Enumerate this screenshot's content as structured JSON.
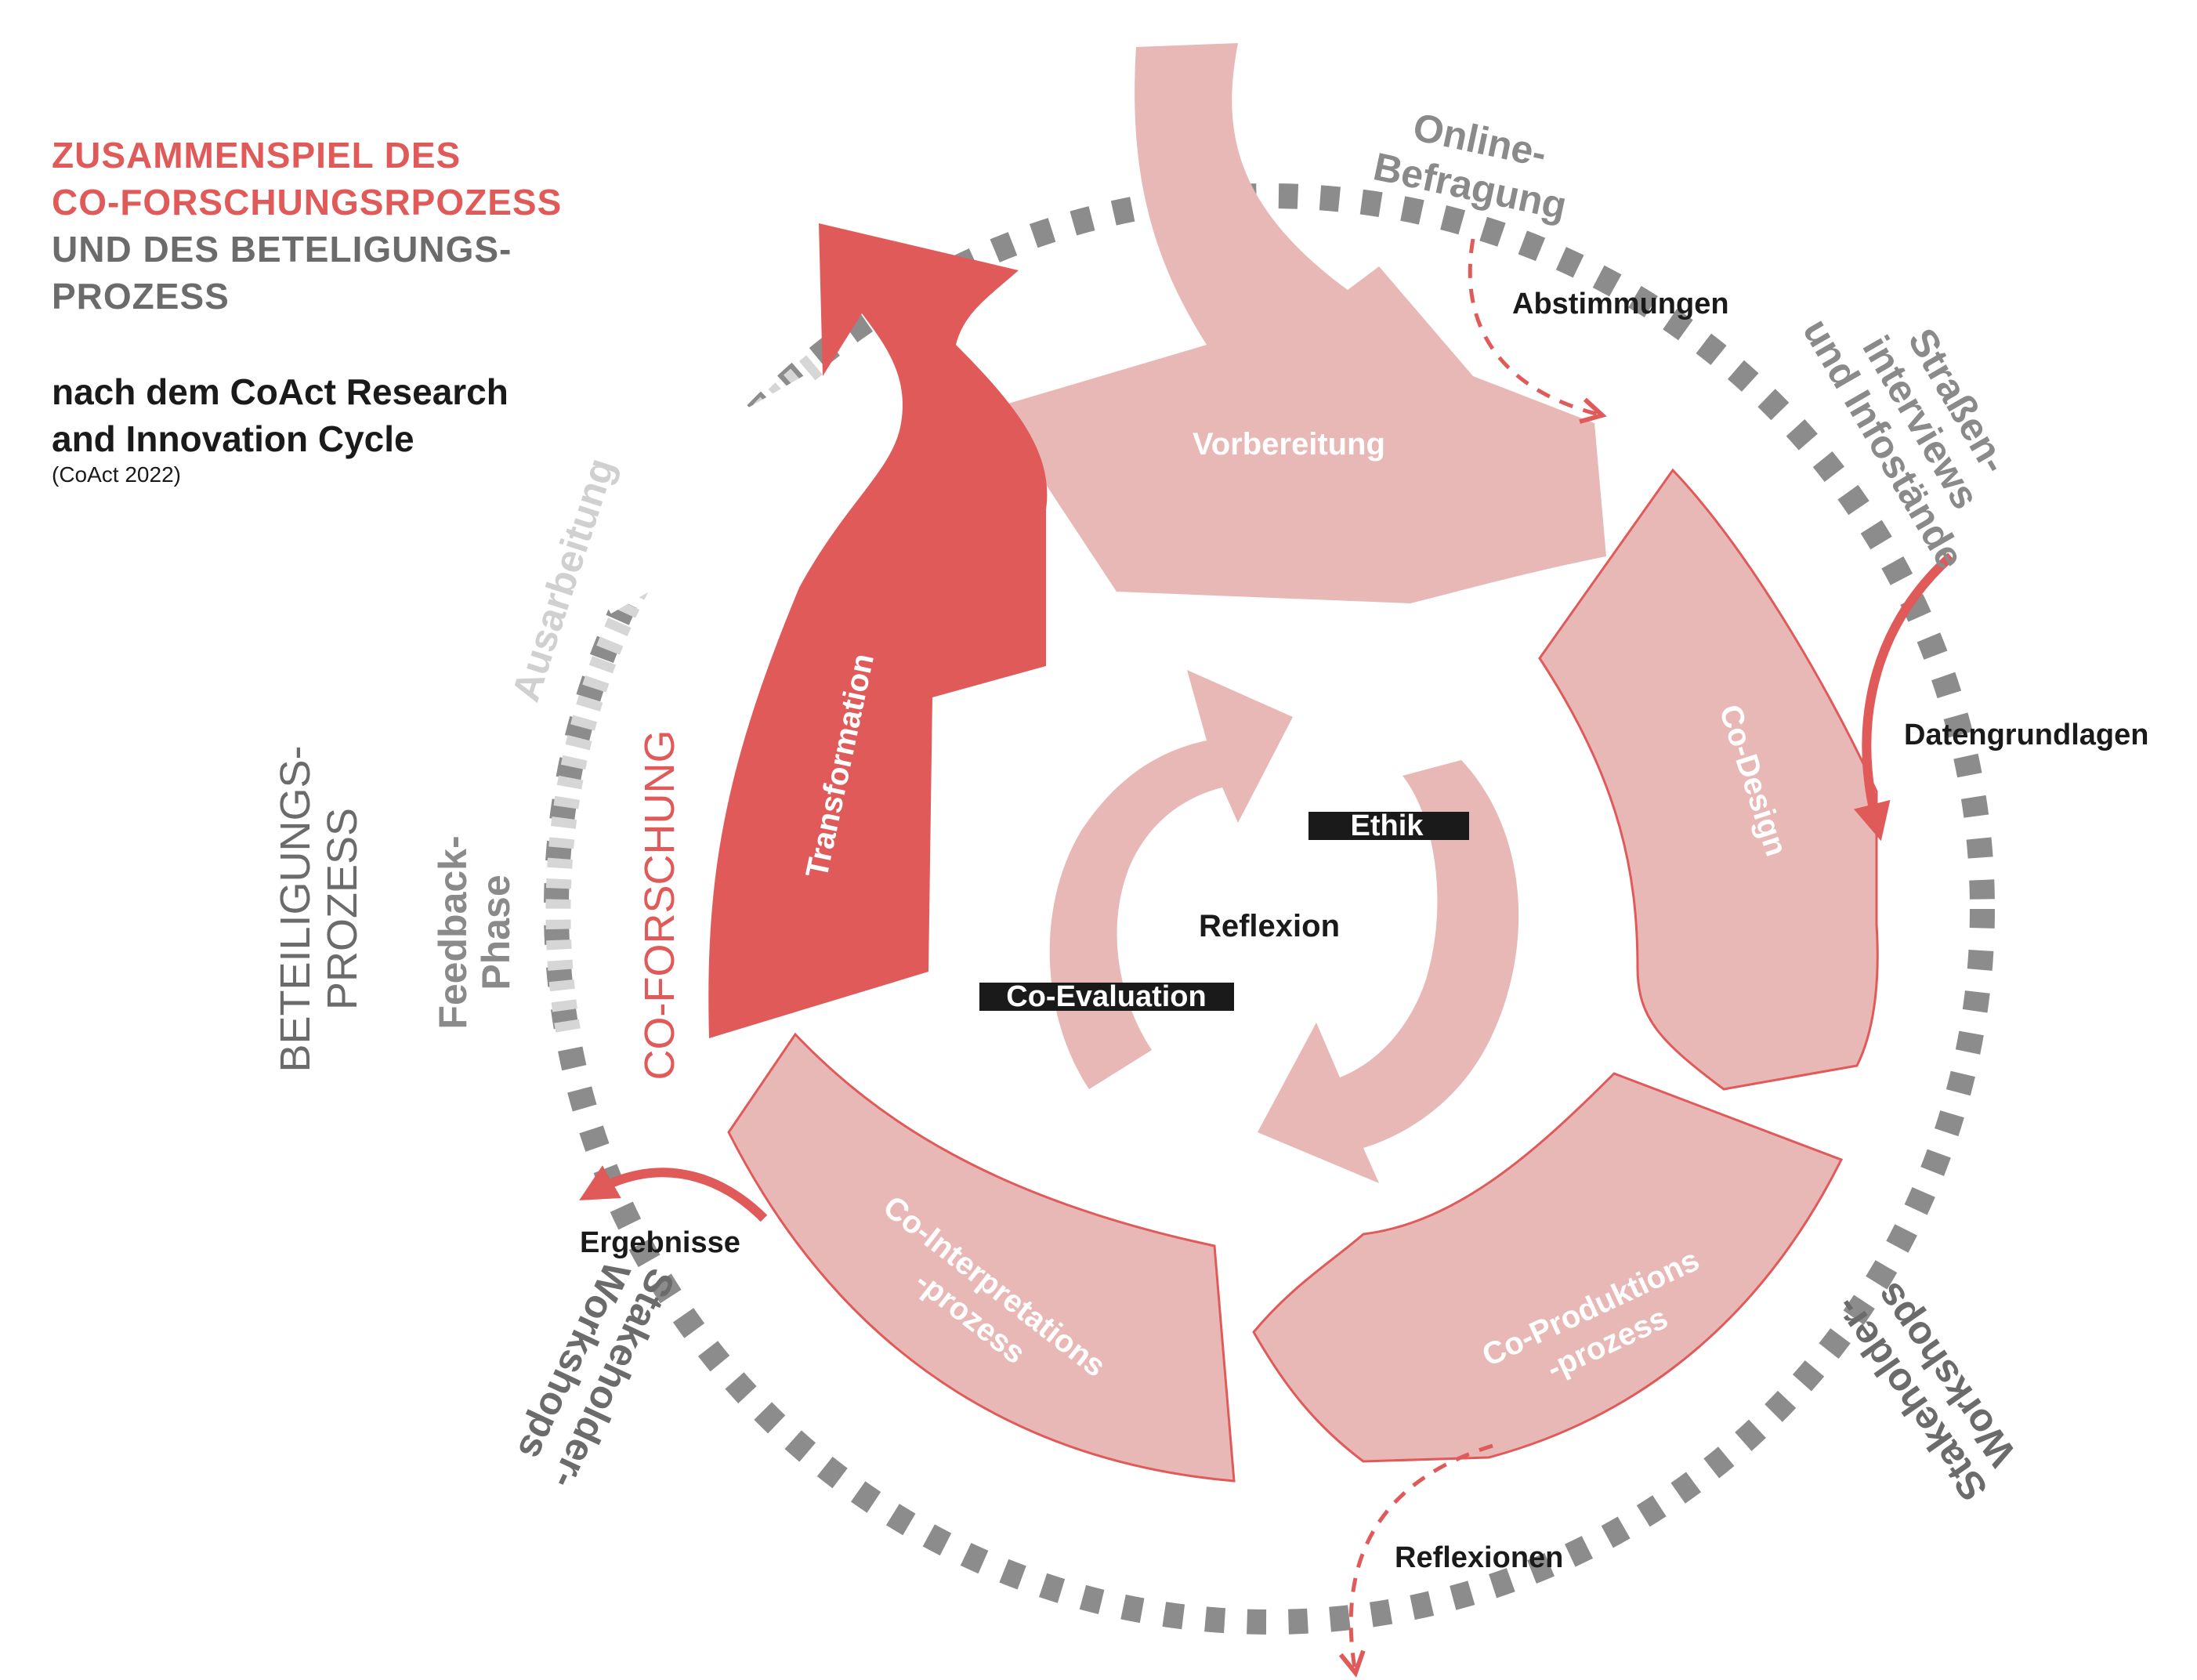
{
  "title": {
    "line1": "ZUSAMMENSPIEL DES",
    "line2": "CO-FORSCHUNGSRPOZESS",
    "line3": "UND DES BETELIGUNGS-",
    "line4": "PROZESS",
    "subtitle1": "nach dem CoAct Research",
    "subtitle2": "and Innovation Cycle",
    "citation": "(CoAct  2022)"
  },
  "side_labels": {
    "beteiligung1": "BETEILIGUNGS-",
    "beteiligung2": "PROZESS",
    "coforschung": "CO-FORSCHUNG",
    "feedback1": "Feedback-",
    "feedback2": "Phase",
    "ausarbeitung": "Ausarbeitung"
  },
  "ring_labels": {
    "online1": "Online-",
    "online2": "Befragung",
    "strassen1": "Straßen-",
    "strassen2": "interviews",
    "strassen3": "und Infostände",
    "stake_right1": "Stakeholder-",
    "stake_right2": "Workshops",
    "stake_left1": "Stakeholder-",
    "stake_left2": "Workshops"
  },
  "phases": {
    "vorbereitung": "Vorbereitung",
    "codesign": "Co-Design",
    "coproduktion1": "Co-Produktions",
    "coproduktion2": "-prozess",
    "cointerpretation1": "Co-Interpretations",
    "cointerpretation2": "-prozess",
    "transformation": "Transformation"
  },
  "outputs": {
    "abstimmungen": "Abstimmungen",
    "datengrundlagen": "Datengrundlagen",
    "reflexionen": "Reflexionen",
    "ergebnisse": "Ergebnisse"
  },
  "center": {
    "reflexion": "Reflexion",
    "ethik": "Ethik",
    "coevaluation": "Co-Evaluation"
  },
  "colors": {
    "accent_red": "#e05a5a",
    "light_pink": "#e8b8b6",
    "gray": "#6b6b6b",
    "ring_gray": "#8c8c8c"
  }
}
